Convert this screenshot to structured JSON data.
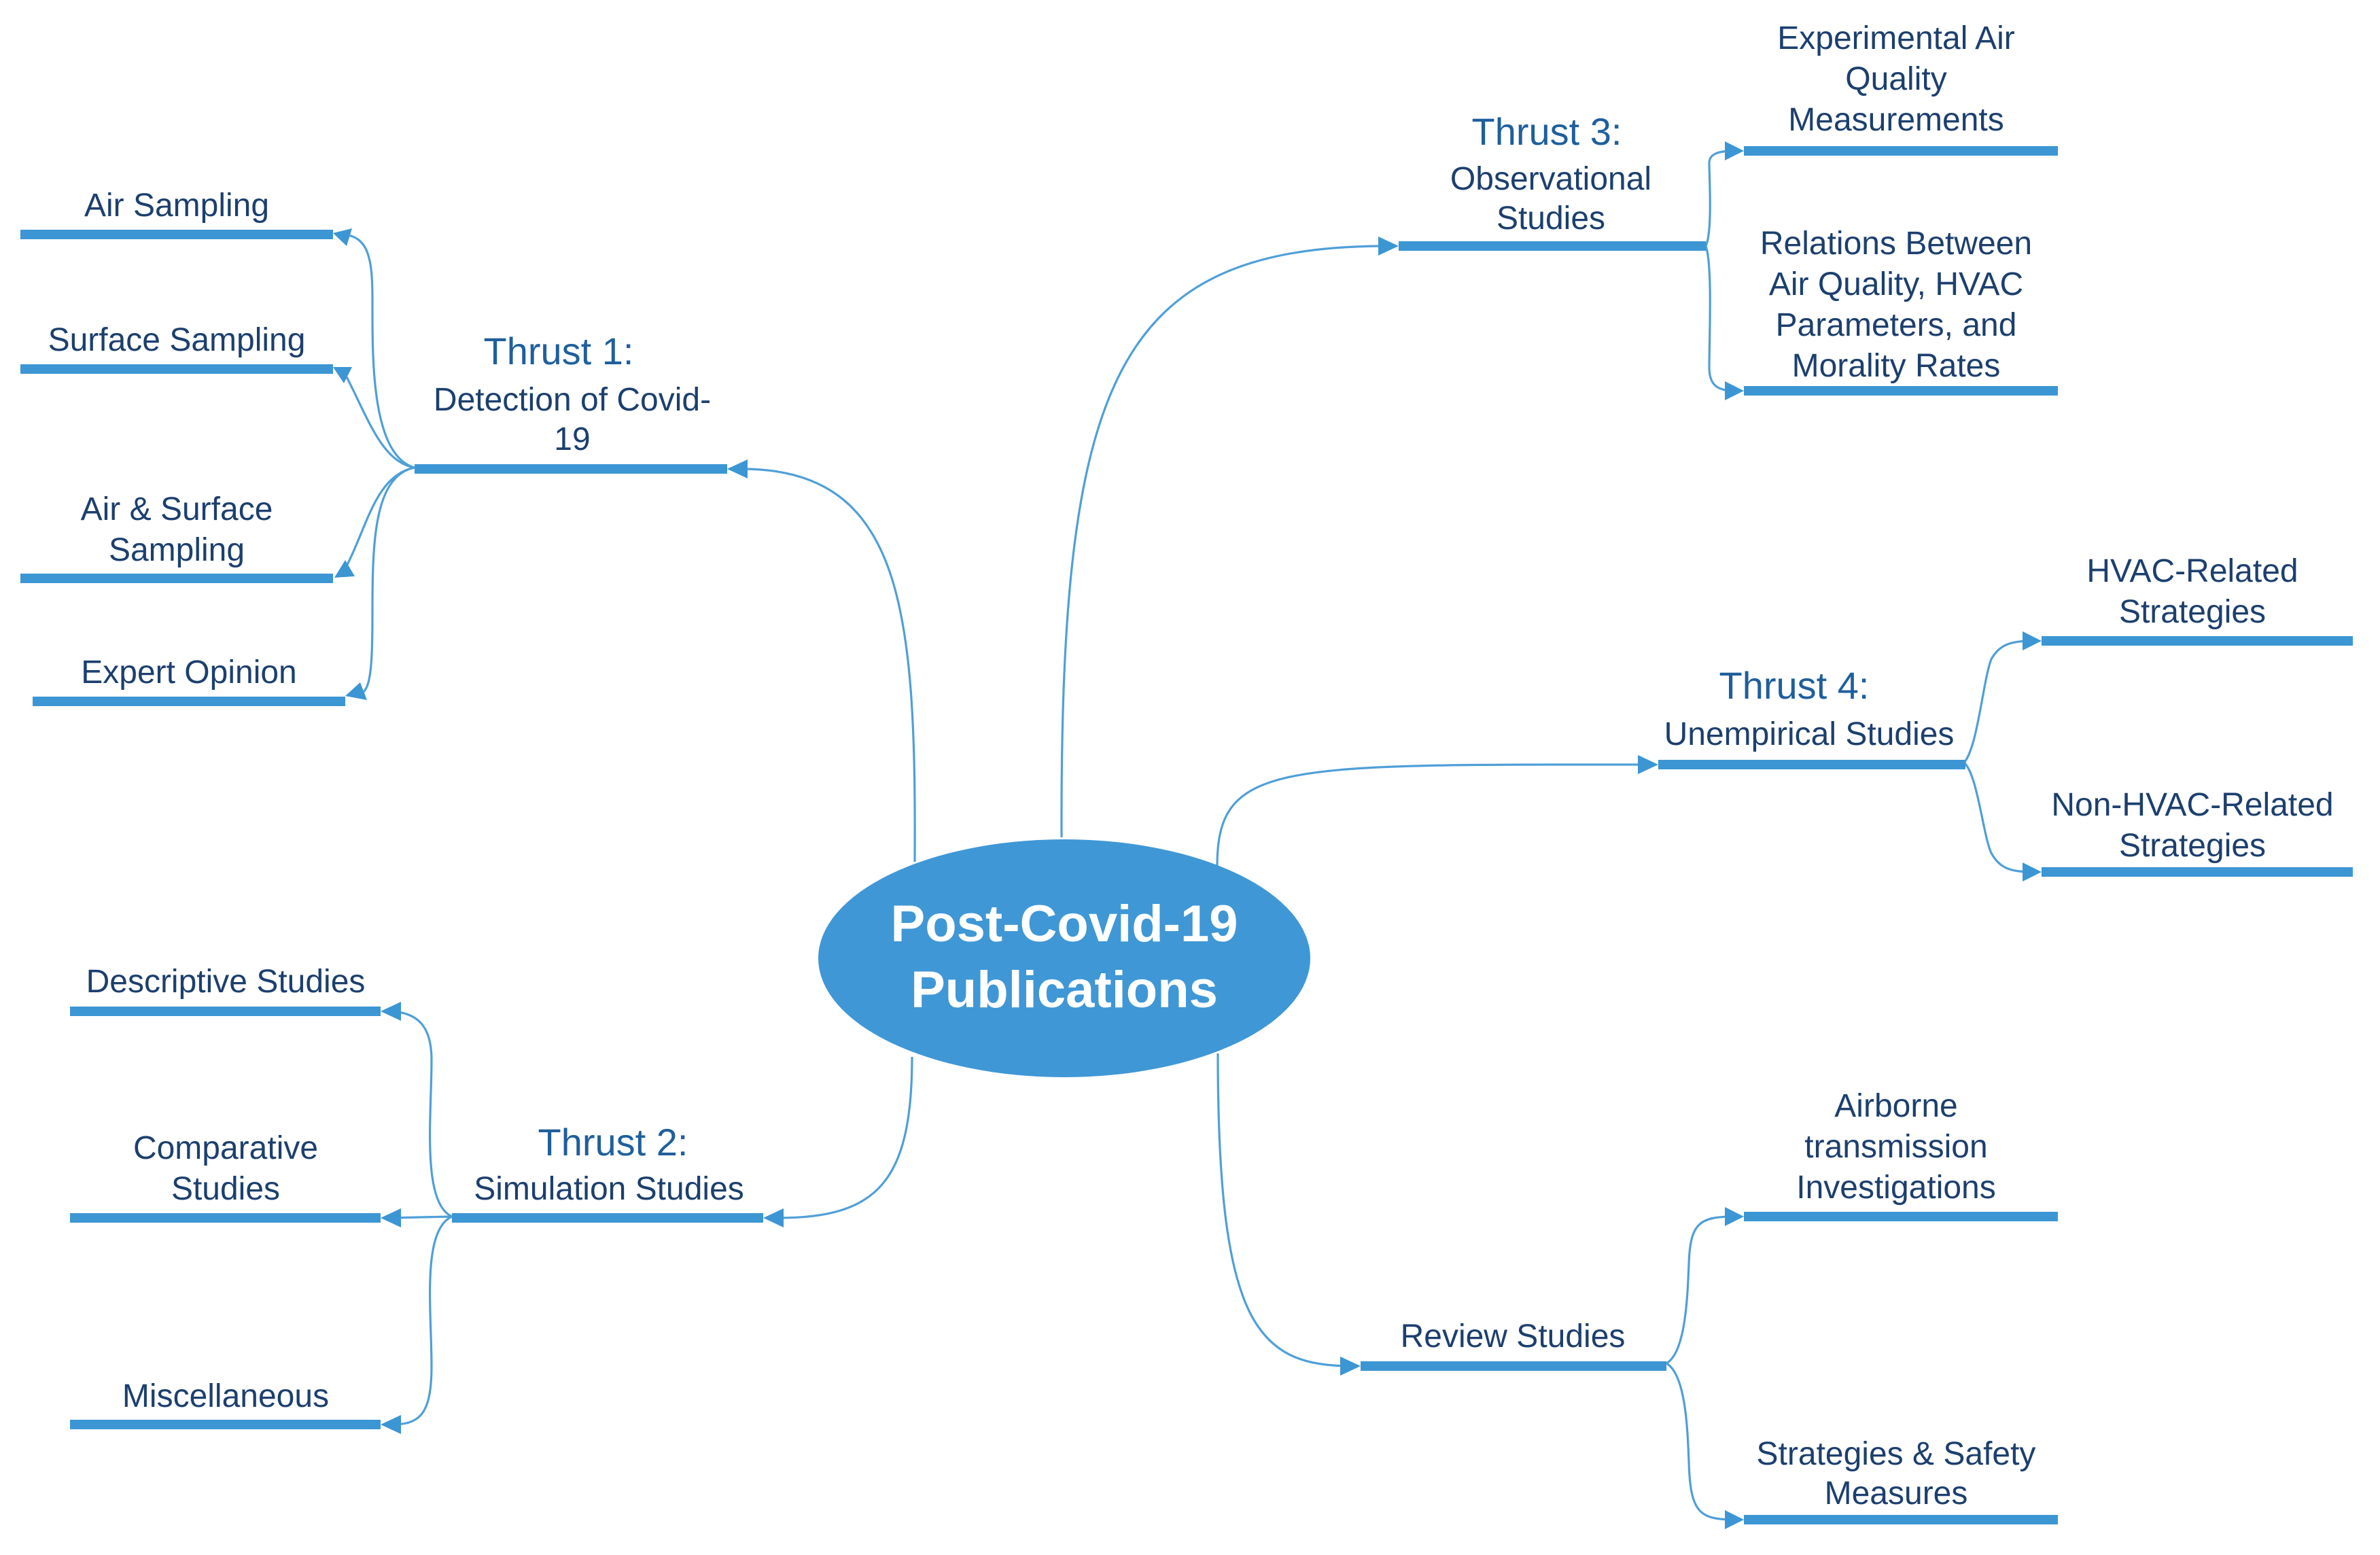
{
  "center": {
    "line1": "Post-Covid-19",
    "line2": "Publications"
  },
  "thrust1": {
    "title": "Thrust 1:",
    "subtitle_line1": "Detection of Covid-",
    "subtitle_line2": "19",
    "children": [
      {
        "lines": [
          "Air Sampling"
        ]
      },
      {
        "lines": [
          "Surface Sampling"
        ]
      },
      {
        "lines": [
          "Air & Surface",
          "Sampling"
        ]
      },
      {
        "lines": [
          "Expert Opinion"
        ]
      }
    ]
  },
  "thrust2": {
    "title": "Thrust 2:",
    "subtitle_line1": "Simulation Studies",
    "children": [
      {
        "lines": [
          "Descriptive Studies"
        ]
      },
      {
        "lines": [
          "Comparative",
          "Studies"
        ]
      },
      {
        "lines": [
          "Miscellaneous"
        ]
      }
    ]
  },
  "thrust3": {
    "title": "Thrust 3:",
    "subtitle_line1": "Observational",
    "subtitle_line2": "Studies",
    "children": [
      {
        "lines": [
          "Experimental Air",
          "Quality",
          "Measurements"
        ]
      },
      {
        "lines": [
          "Relations Between",
          "Air Quality, HVAC",
          "Parameters, and",
          "Morality Rates"
        ]
      }
    ]
  },
  "thrust4": {
    "title": "Thrust 4:",
    "subtitle_line1": "Unempirical Studies",
    "children": [
      {
        "lines": [
          "HVAC-Related",
          "Strategies"
        ]
      },
      {
        "lines": [
          "Non-HVAC-Related",
          "Strategies"
        ]
      }
    ]
  },
  "review": {
    "title": "Review Studies",
    "children": [
      {
        "lines": [
          "Airborne",
          "transmission",
          "Investigations"
        ]
      },
      {
        "lines": [
          "Strategies & Safety",
          "Measures"
        ]
      }
    ]
  },
  "colors": {
    "accent": "#3f97d6",
    "line": "#3c96d4",
    "thrust_title": "#1f5f9c",
    "label": "#1c3f6e"
  }
}
